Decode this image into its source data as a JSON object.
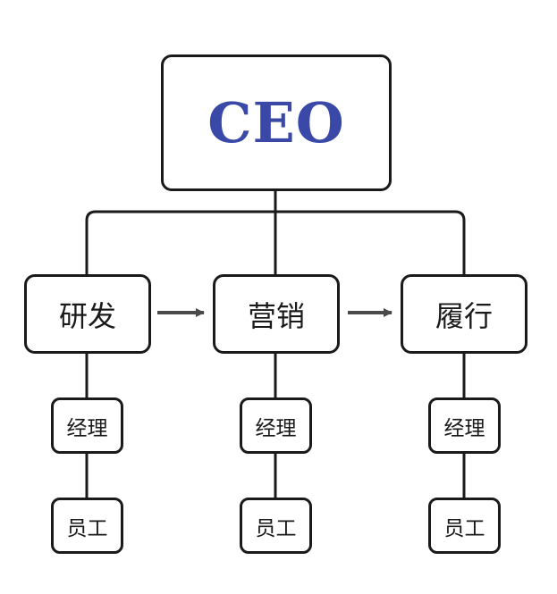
{
  "ceo": {
    "label": "CEO",
    "color": "#3a49a8"
  },
  "departments": [
    {
      "label": "研发",
      "manager": "经理",
      "staff": "员工"
    },
    {
      "label": "营销",
      "manager": "经理",
      "staff": "员工"
    },
    {
      "label": "履行",
      "manager": "经理",
      "staff": "员工"
    }
  ],
  "colors": {
    "line": "#1a1a1a",
    "arrow": "#4a4a4a",
    "background": "#ffffff"
  }
}
